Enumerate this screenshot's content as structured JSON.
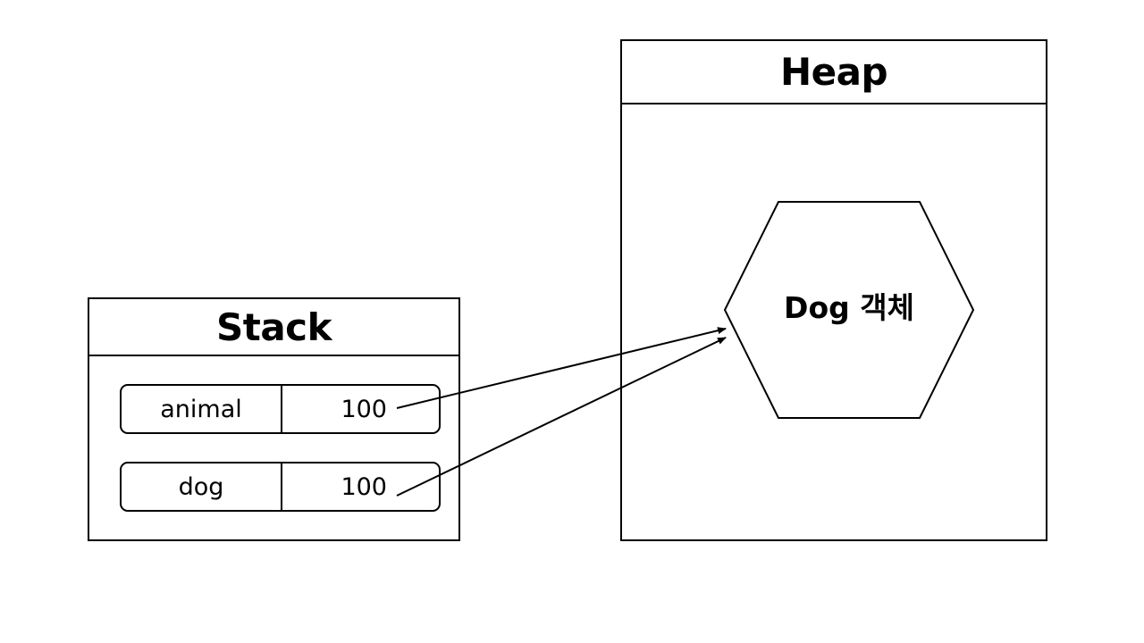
{
  "stack": {
    "title": "Stack",
    "variables": [
      {
        "name": "animal",
        "value": "100"
      },
      {
        "name": "dog",
        "value": "100"
      }
    ]
  },
  "heap": {
    "title": "Heap",
    "object": {
      "label": "Dog 객체",
      "shape": "hexagon"
    }
  },
  "references": [
    {
      "from": "animal",
      "to": "Dog 객체"
    },
    {
      "from": "dog",
      "to": "Dog 객체"
    }
  ]
}
